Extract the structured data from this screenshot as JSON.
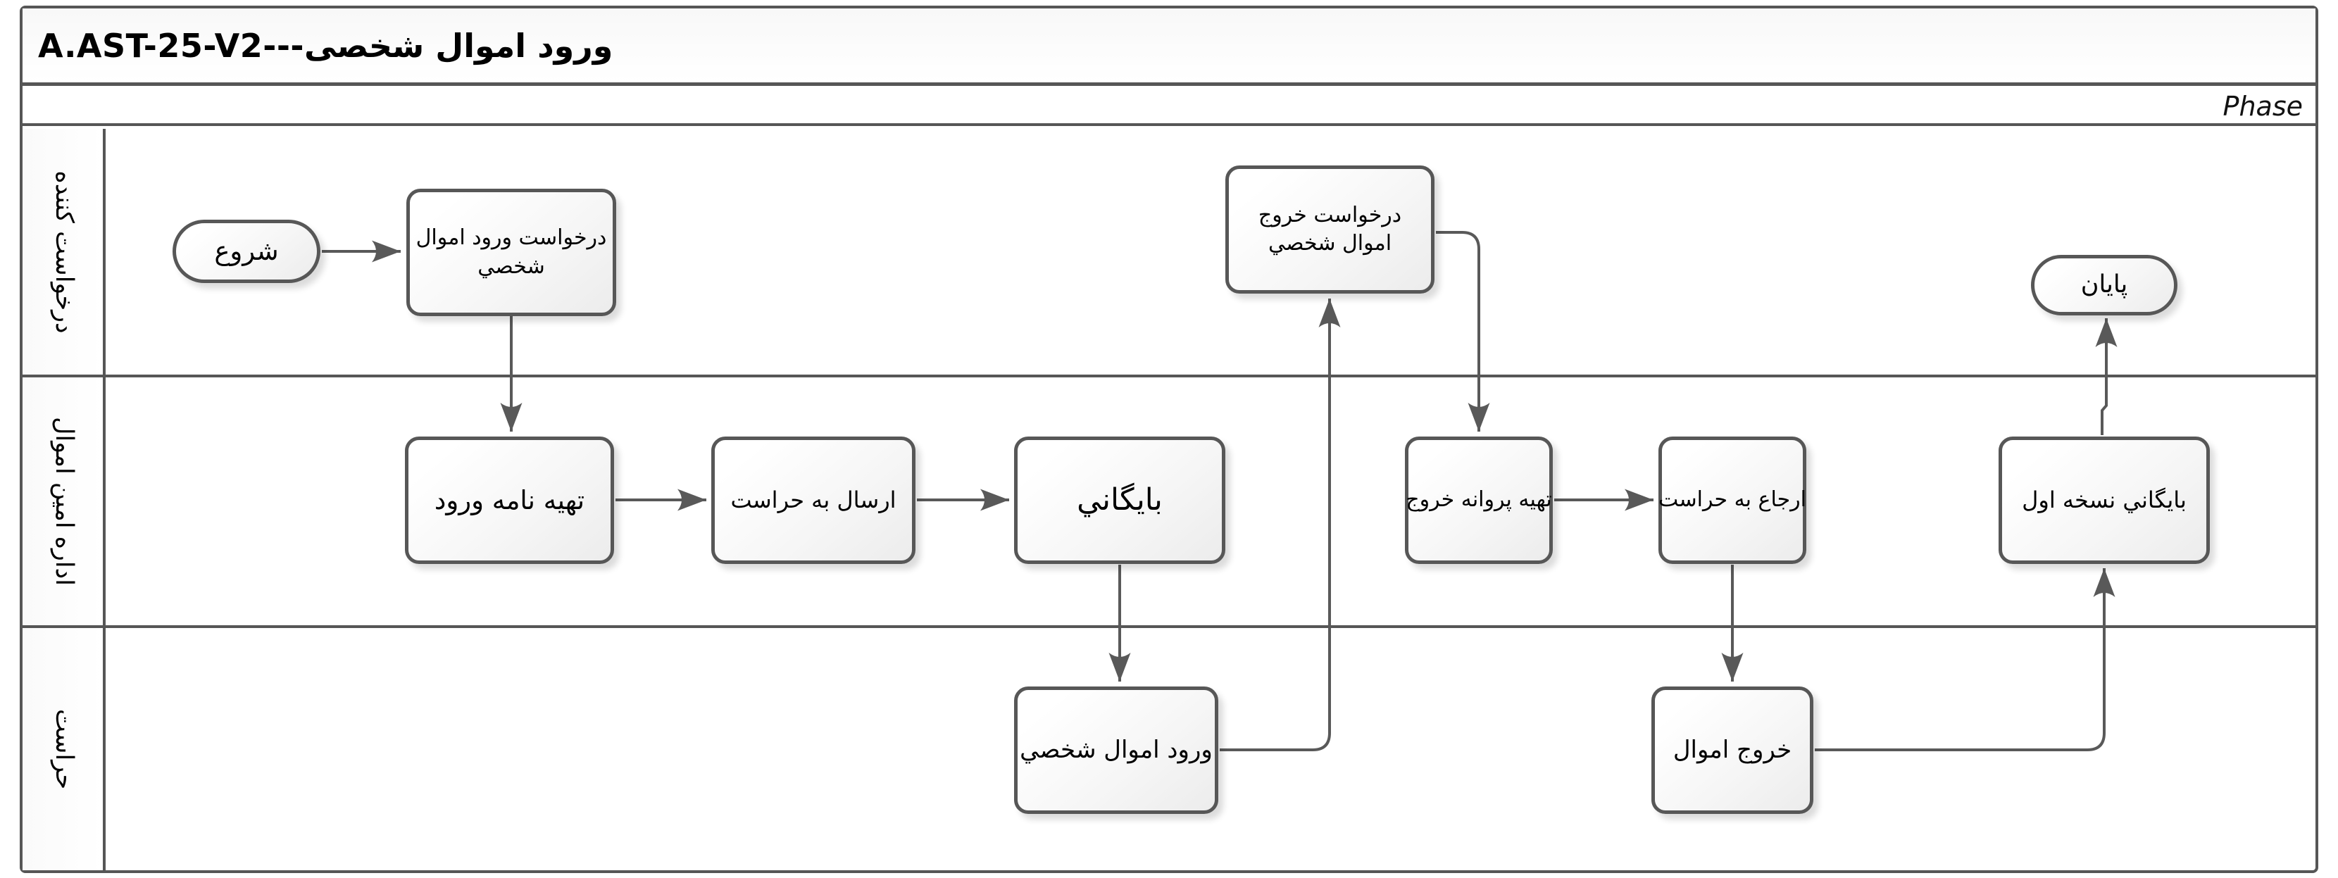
{
  "header": {
    "title": "A.AST-25-V2---ورود اموال شخصی",
    "phase_label": "Phase"
  },
  "lanes": [
    {
      "id": "requester",
      "label": "درخواست کننده"
    },
    {
      "id": "property-trustee-office",
      "label": "اداره امین اموال"
    },
    {
      "id": "security",
      "label": "حراست"
    }
  ],
  "nodes": {
    "start": {
      "label": "شروع"
    },
    "request_entry": {
      "label": "درخواست ورود اموال شخصي"
    },
    "request_exit": {
      "label": "درخواست خروج اموال شخصي"
    },
    "end": {
      "label": "پایان"
    },
    "prepare_entry_letter": {
      "label": "تهیه نامه ورود"
    },
    "send_to_security": {
      "label": "ارسال به حراست"
    },
    "archive": {
      "label": "بایگاني"
    },
    "prepare_exit_permit": {
      "label": "تهیه پروانه خروج"
    },
    "refer_to_security": {
      "label": "ارجاع به حراست"
    },
    "archive_first_copy": {
      "label": "بایگاني نسخه اول"
    },
    "entry_personal_property": {
      "label": "ورود اموال شخصي"
    },
    "exit_property": {
      "label": "خروج اموال"
    }
  },
  "colors": {
    "line": "#595959",
    "box_border": "#575757",
    "text": "#000000",
    "background": "#ffffff"
  }
}
